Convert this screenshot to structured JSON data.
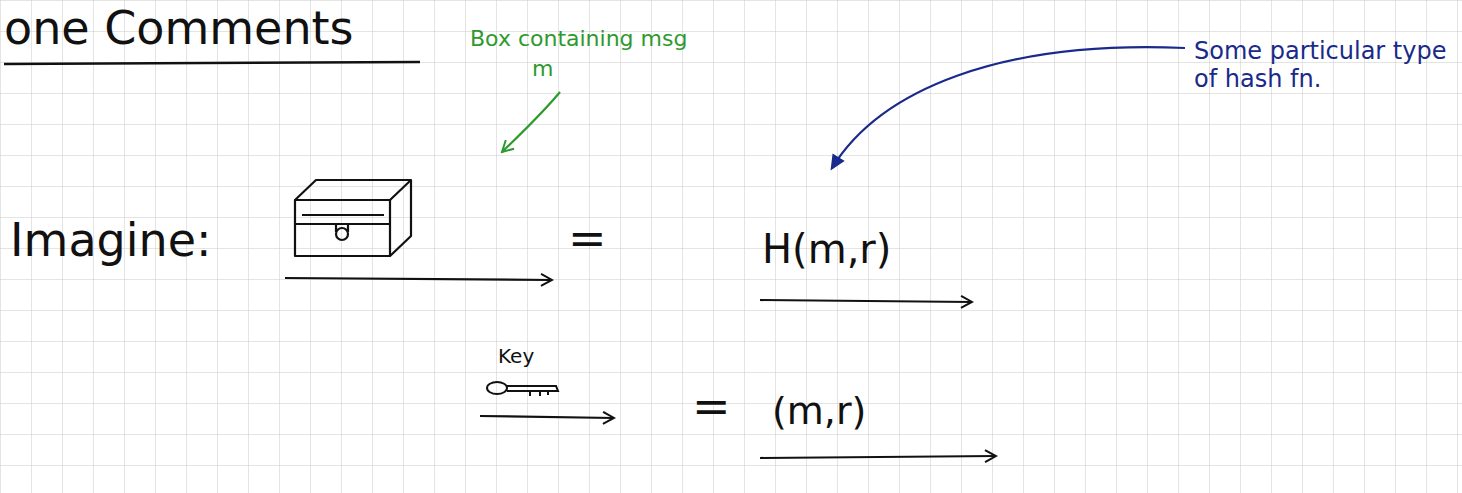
{
  "diagram": {
    "title": "one Comments",
    "labels": [
      "Box containing msg",
      "m",
      "Some particular type of hash fn.",
      "Imagine:",
      "=",
      "H(m,r)",
      "Key",
      "=",
      "(m,r)"
    ]
  }
}
